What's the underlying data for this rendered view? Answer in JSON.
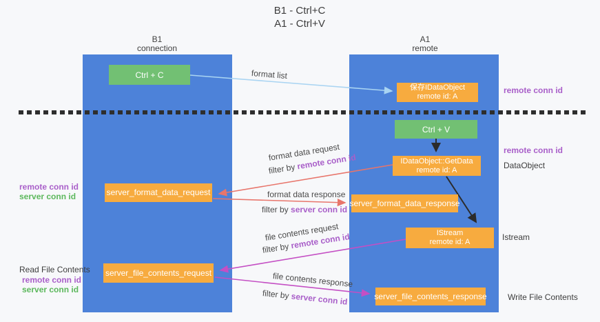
{
  "title": {
    "line1": "B1 - Ctrl+C",
    "line2": "A1 - Ctrl+V"
  },
  "lanes": {
    "left": {
      "title": "B1",
      "subtitle": "connection"
    },
    "right": {
      "title": "A1",
      "subtitle": "remote"
    }
  },
  "boxes": {
    "ctrl_c": {
      "label": "Ctrl + C"
    },
    "ctrl_v": {
      "label": "Ctrl + V"
    },
    "save_idataobject": {
      "line1": "保存IDataObject",
      "line2": "remote id: A"
    },
    "idataobject_getdata": {
      "line1": "IDataObject::GetData",
      "line2": "remote id: A"
    },
    "istream": {
      "line1": "IStream",
      "line2": "remote id: A"
    },
    "server_format_data_request": {
      "label": "server_format_data_request"
    },
    "server_format_data_response": {
      "label": "server_format_data_response"
    },
    "server_file_contents_request": {
      "label": "server_file_contents_request"
    },
    "server_file_contents_response": {
      "label": "server_file_contents_response"
    }
  },
  "side_labels": {
    "right_top_remote_conn_id": "remote conn id",
    "right_mid_remote_conn_id": "remote conn id",
    "dataobject": "DataObject",
    "istream": "Istream",
    "write_file_contents": "Write File Contents",
    "left_remote_conn_id": "remote conn id",
    "left_server_conn_id": "server conn id",
    "read_file_contents": "Read File Contents",
    "left2_remote_conn_id": "remote conn id",
    "left2_server_conn_id": "server conn id"
  },
  "arrow_labels": {
    "format_list": "format list",
    "format_data_request": "format data request",
    "filter_by_remote_1": {
      "prefix": "filter by ",
      "highlight": "remote conn id"
    },
    "format_data_response": "format data response",
    "filter_by_server_1": {
      "prefix": "filter by ",
      "highlight": "server conn id"
    },
    "file_contents_request": "file contents request",
    "filter_by_remote_2": {
      "prefix": "filter by ",
      "highlight": "remote conn id"
    },
    "file_contents_response": "file contents response",
    "filter_by_server_2": {
      "prefix": "filter by ",
      "highlight": "server conn id"
    }
  },
  "colors": {
    "lane_blue": "#4d82d9",
    "box_orange": "#f7ab3f",
    "key_green": "#72c073",
    "arrow_blue": "#a9d4f2",
    "arrow_red": "#e8756b",
    "arrow_magenta": "#c44fc4",
    "arrow_black": "#2b2b2b",
    "label_purple": "#a95fc9",
    "label_green": "#5cb85c",
    "background": "#f7f8fa"
  }
}
